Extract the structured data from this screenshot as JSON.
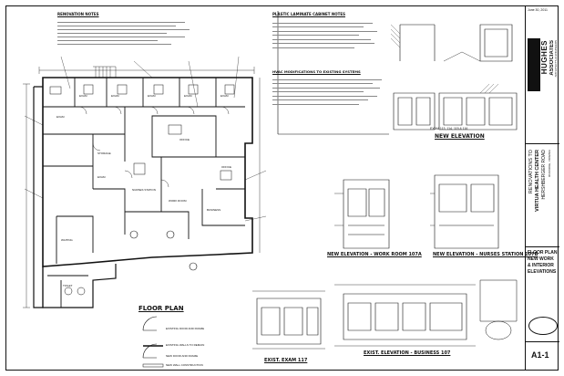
{
  "sheet": {
    "renovation_notes_title": "RENOVATION NOTES",
    "plastic_laminate_title": "PLASTIC LAMINATE CABINET NOTES",
    "hvac_title": "HVAC MODIFICATIONS TO EXISTING SYSTEMS",
    "floor_plan_title": "FLOOR PLAN",
    "new_elevation_title": "NEW ELEVATION",
    "exam_caption": "EXAM 113, 114, 115 & 116",
    "new_elev_work_room": "NEW ELEVATION - WORK ROOM 107A",
    "new_elev_nurses": "NEW ELEVATION - NURSES STATION 107B",
    "exist_exam": "EXIST. EXAM 117",
    "exist_elev_business": "EXIST. ELEVATION - BUSINESS 107",
    "room_labels": [
      "EXAM",
      "EXAM",
      "EXAM",
      "EXAM",
      "EXAM",
      "EXAM",
      "OFFICE",
      "NURSES STATION",
      "WORK ROOM",
      "BUSINESS",
      "WAITING",
      "TOILET",
      "STORAGE",
      "OFFICE",
      "EXAM"
    ],
    "legend_items": [
      "EXISTING DOOR AND FRAME",
      "EXISTING WALLS TO REMAIN",
      "NEW DOOR AND FRAME",
      "NEW WALL CONSTRUCTION"
    ]
  },
  "title_block": {
    "firm_name": "HUGHES",
    "firm_name2": "ASSOCIATES",
    "firm_sub": "ARCHITECTS & ENGINEERS",
    "project_1": "RENOVATIONS TO",
    "project_2": "VIRTUA HEALTH CENTER",
    "project_3": "HERSHBERGER ROAD",
    "project_4": "ROANOKE, VIRGINIA",
    "sheet_desc_1": "FLOOR PLAN",
    "sheet_desc_2": "NEW WORK",
    "sheet_desc_3": "& INTERIOR",
    "sheet_desc_4": "ELEVATIONS",
    "sheet_number": "A1-1",
    "date_stamp": "June 30, 2011"
  }
}
